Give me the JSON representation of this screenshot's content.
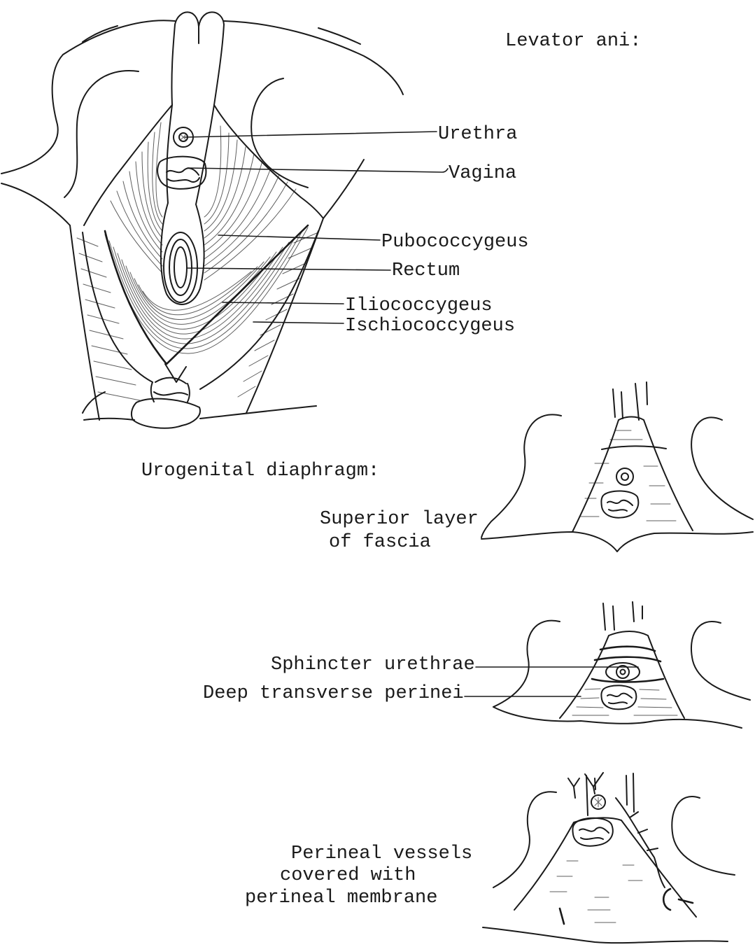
{
  "levator_ani": {
    "title": "Levator ani:",
    "labels": {
      "urethra": "Urethra",
      "vagina": "Vagina",
      "pubococcygeus": "Pubococcygeus",
      "rectum": "Rectum",
      "iliococcygeus": "Iliococcygeus",
      "ischiococcygeus": "Ischiococcygeus"
    }
  },
  "urogenital_diaphragm": {
    "title": "Urogenital diaphragm:",
    "superior_fascia": {
      "lines": [
        "Superior layer",
        "of fascia"
      ]
    },
    "muscle_layer": {
      "sphincter_urethrae": "Sphincter urethrae",
      "deep_transverse_perinei": "Deep transverse perinei"
    },
    "perineal_membrane": {
      "lines": [
        "Perineal vessels",
        "covered with",
        "perineal membrane"
      ]
    }
  },
  "colors": {
    "ink": "#1a1a1a",
    "paper": "#ffffff"
  }
}
